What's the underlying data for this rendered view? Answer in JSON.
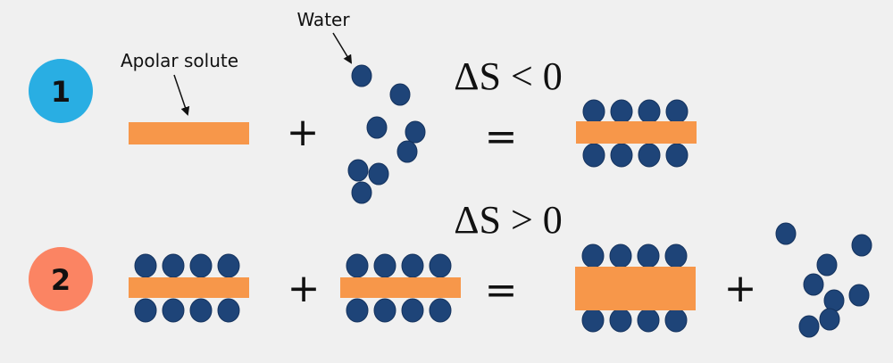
{
  "labels": {
    "apolar_solute": "Apolar solute",
    "water": "Water",
    "step1_number": "1",
    "step2_number": "2",
    "entropy_step1": "ΔS < 0",
    "entropy_step2": "ΔS > 0",
    "plus": "+",
    "equals": "="
  },
  "colors": {
    "background": "#f0f0f0",
    "solute": "#f7974a",
    "water": "#1e4478",
    "water_stroke": "#15335e",
    "step1_badge": "#29aee3",
    "step2_badge": "#fb8463",
    "text": "#111111"
  }
}
